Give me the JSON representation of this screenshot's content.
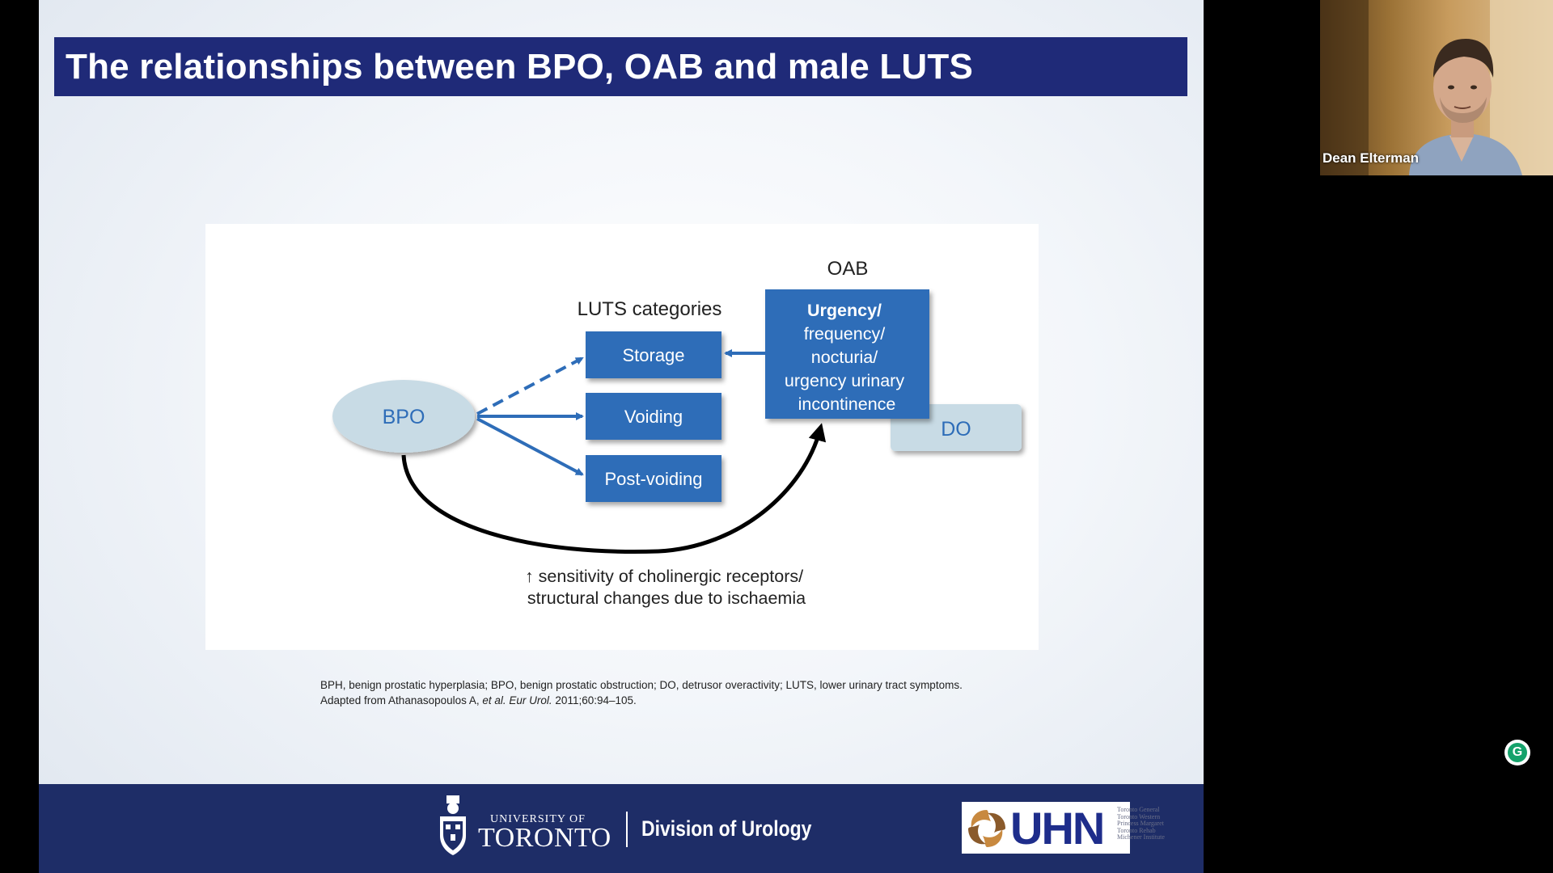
{
  "slide": {
    "title": "The relationships between BPO, OAB and male LUTS",
    "title_bar_color": "#1f2a78"
  },
  "diagram": {
    "oab_label": "OAB",
    "categories_label": "LUTS categories",
    "bpo_label": "BPO",
    "do_label": "DO",
    "storage_label": "Storage",
    "voiding_label": "Voiding",
    "post_voiding_label": "Post-voiding",
    "oab_box": {
      "lines": [
        "Urgency/",
        "frequency/",
        "nocturia/",
        "urgency urinary",
        "incontinence"
      ]
    },
    "curve_caption": {
      "line1": "↑ sensitivity of cholinergic receptors/",
      "line2": "structural changes due to ischaemia"
    },
    "box_color": "#2e6db8",
    "ellipse_color": "#c8dbe5"
  },
  "footnote": {
    "line1": "BPH, benign prostatic hyperplasia; BPO, benign prostatic obstruction; DO, detrusor overactivity; LUTS, lower urinary tract symptoms.",
    "line2_prefix": "Adapted from Athanasopoulos A, ",
    "line2_italic1": "et al. Eur Urol.",
    "line2_suffix": " 2011;60:94–105."
  },
  "footer": {
    "university_small": "UNIVERSITY OF",
    "university_big": "TORONTO",
    "division": "Division of Urology",
    "uhn_text": "UHN",
    "uhn_hospitals": [
      "Toronto General",
      "Toronto Western",
      "Princess Margaret",
      "Toronto Rehab",
      "Michener Institute"
    ],
    "footer_color": "#1e2d67"
  },
  "video": {
    "participant_name": "Dean Elterman"
  },
  "widget": {
    "icon": "g-circle-icon",
    "glyph": "G"
  }
}
